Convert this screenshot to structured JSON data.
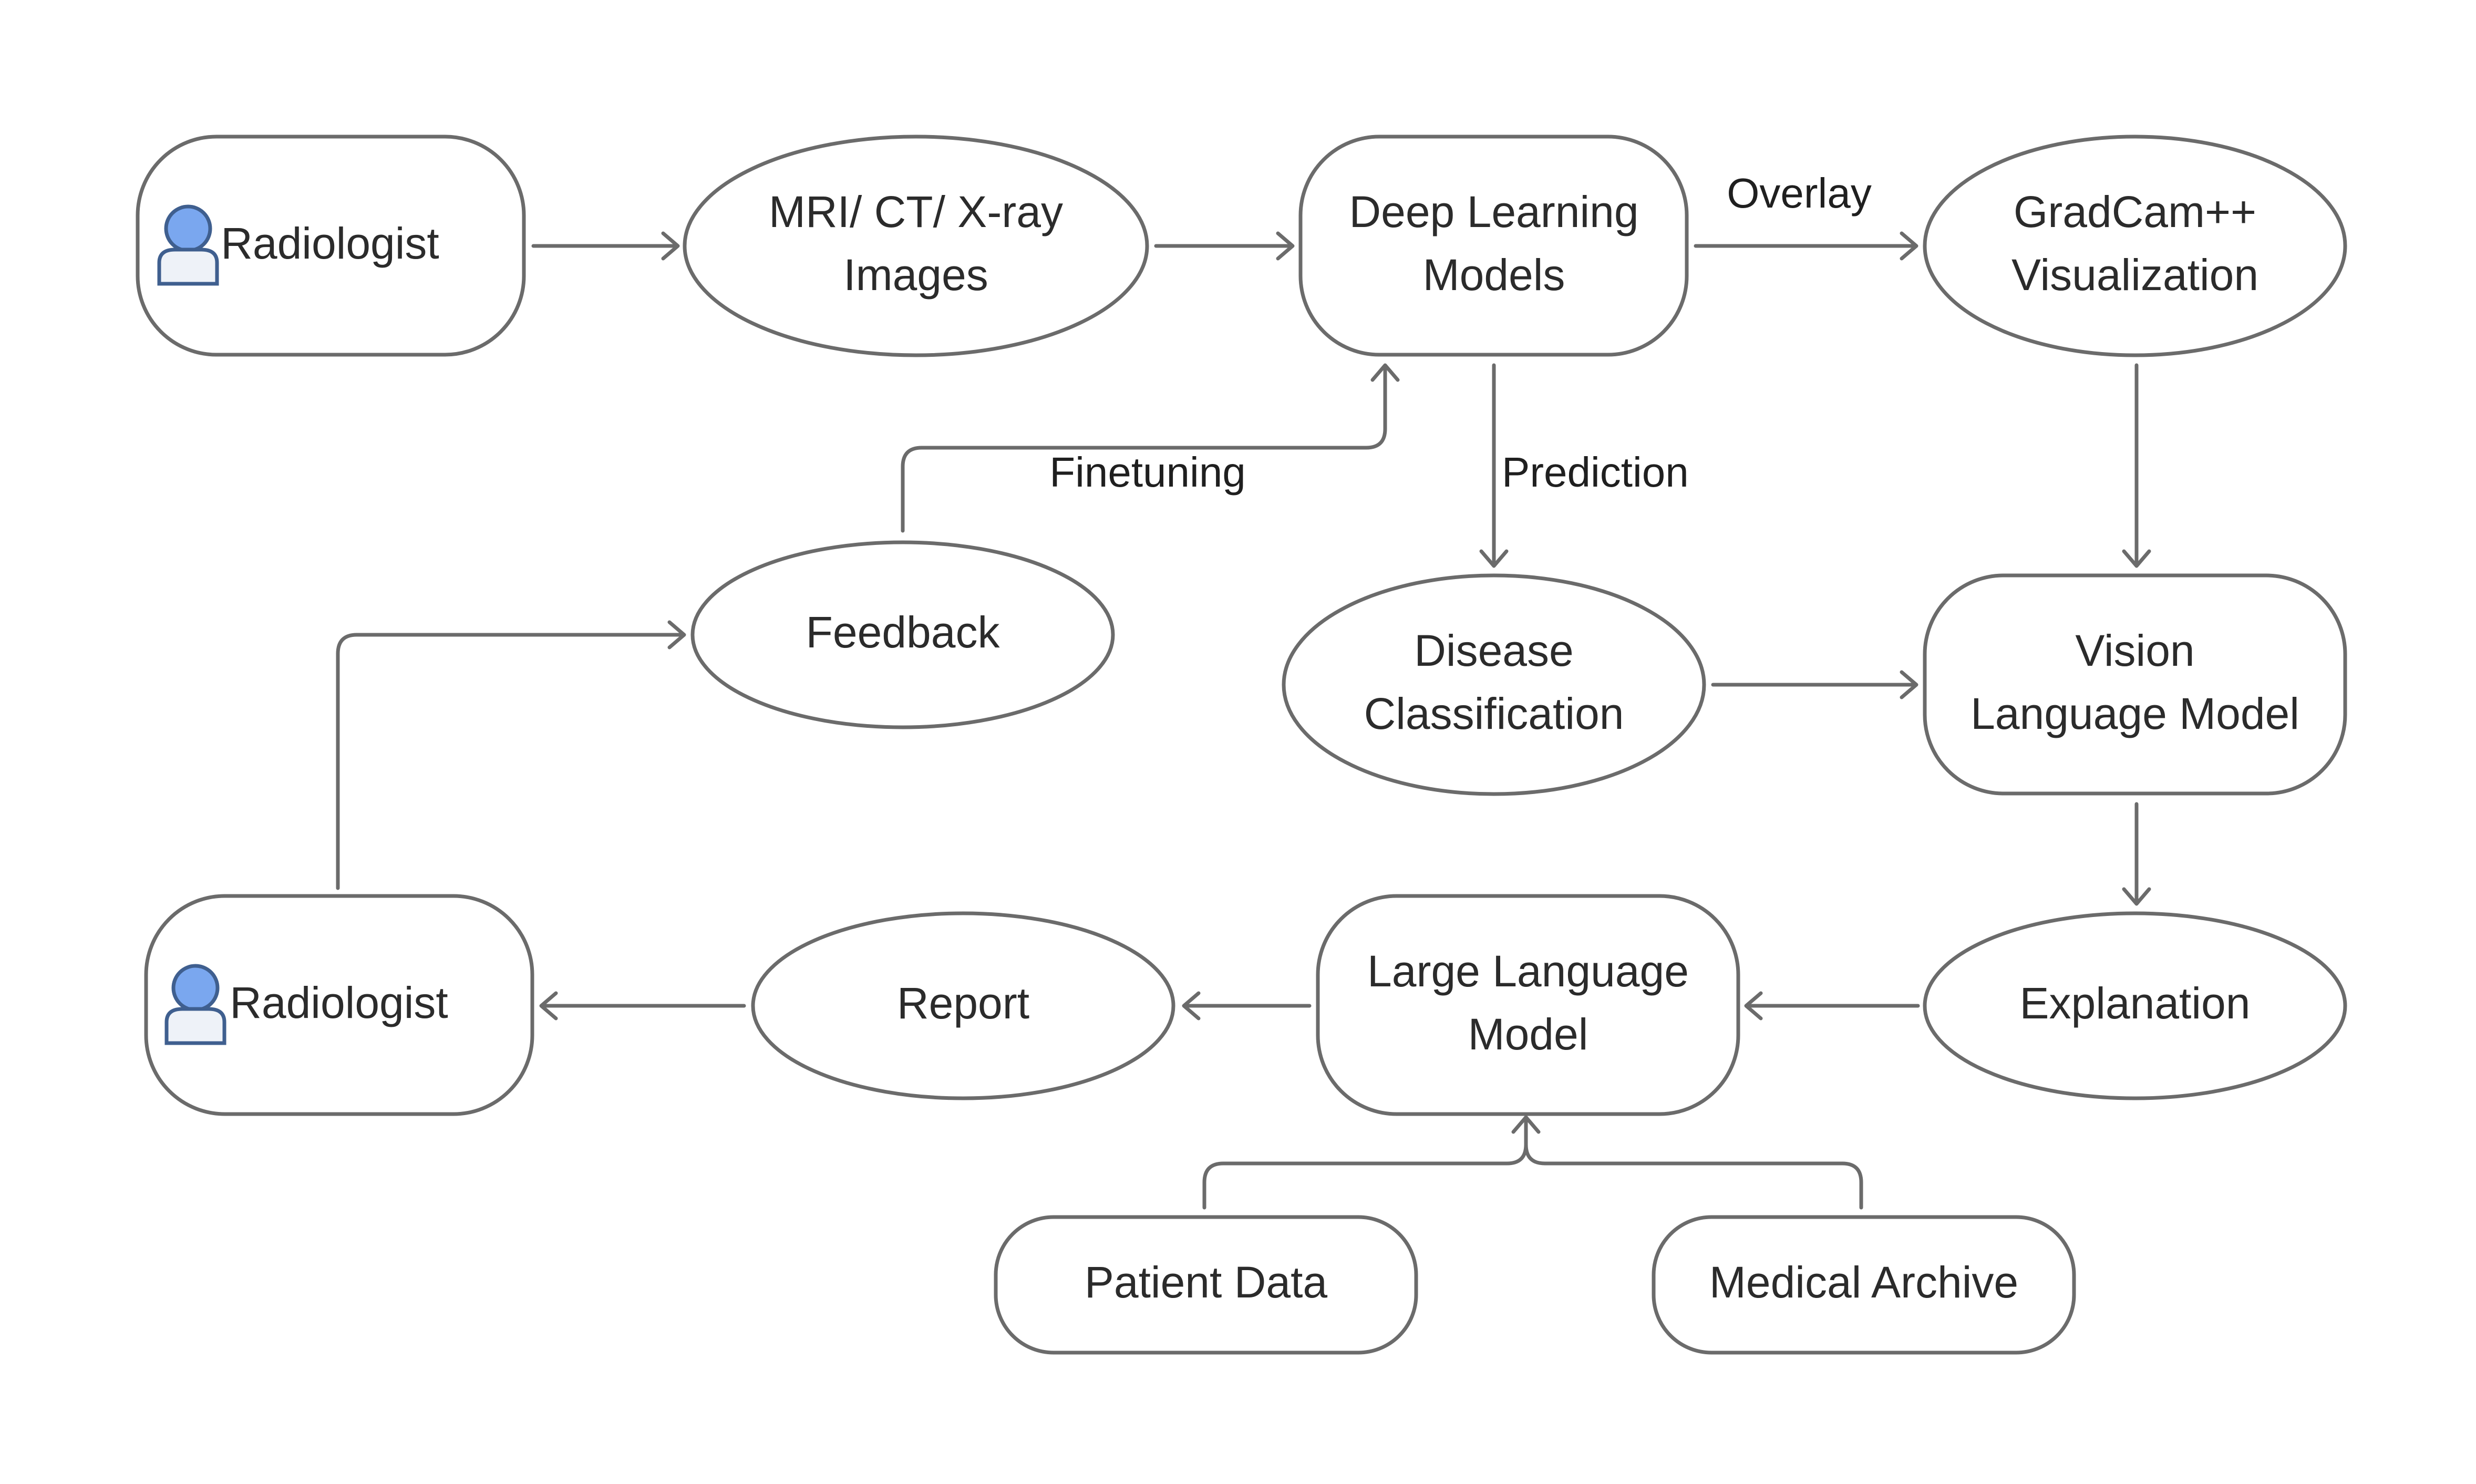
{
  "nodes": {
    "radiologist_top": {
      "label": "Radiologist",
      "icon": "user-icon"
    },
    "images": {
      "line1": "MRI/ CT/ X-ray",
      "line2": "Images"
    },
    "deep_learning": {
      "line1": "Deep Learning",
      "line2": "Models"
    },
    "gradcam": {
      "line1": "GradCam++",
      "line2": "Visualization"
    },
    "feedback": {
      "label": "Feedback"
    },
    "disease": {
      "line1": "Disease",
      "line2": "Classification"
    },
    "vlm": {
      "line1": "Vision",
      "line2": "Language Model"
    },
    "radiologist_bottom": {
      "label": "Radiologist",
      "icon": "user-icon"
    },
    "report": {
      "label": "Report"
    },
    "llm": {
      "line1": "Large Language",
      "line2": "Model"
    },
    "explanation": {
      "label": "Explanation"
    },
    "patient_data": {
      "label": "Patient Data"
    },
    "medical_archive": {
      "label": "Medical Archive"
    }
  },
  "edges": {
    "overlay": "Overlay",
    "prediction": "Prediction",
    "finetuning": "Finetuning"
  },
  "colors": {
    "stroke": "#6b6b6b",
    "text": "#2b2b2b",
    "icon_fill": "#7aa7ef",
    "icon_outline": "#3f5f8f"
  }
}
